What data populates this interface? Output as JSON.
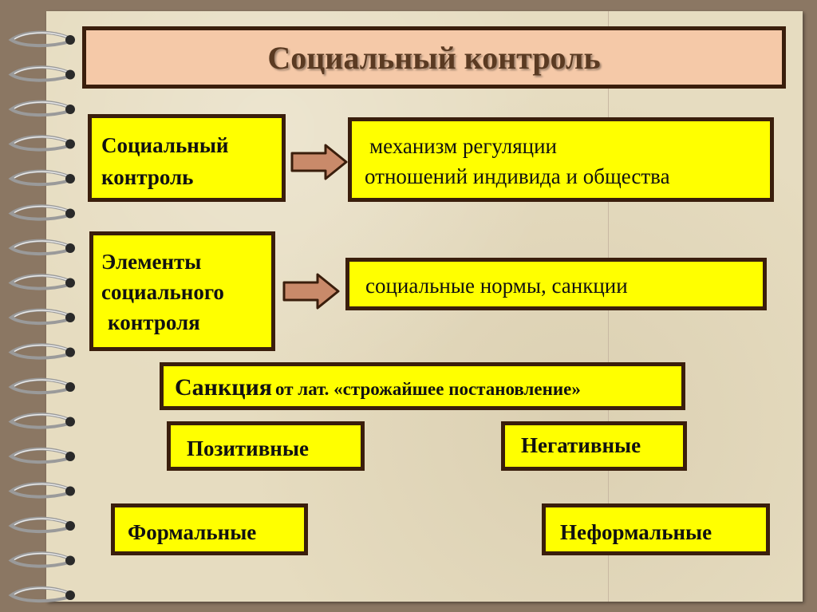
{
  "title": "Социальный контроль",
  "definition": {
    "term_line1": "Социальный",
    "term_line2": "контроль",
    "desc_line1": "механизм регуляции",
    "desc_line2": "отношений индивида и общества"
  },
  "elements": {
    "term_line1": "Элементы",
    "term_line2": "социального",
    "term_line3": "контроля",
    "desc": "социальные нормы, санкции"
  },
  "sanction": {
    "word": "Санкция",
    "rest": "от лат. «строжайшее постановление»"
  },
  "types": {
    "positive": "Позитивные",
    "negative": "Негативные",
    "formal": "Формальные",
    "informal": "Неформальные"
  },
  "colors": {
    "box_fill": "#ffff00",
    "box_border": "#3a1e0c",
    "title_fill": "#f5c9a8",
    "arrow_fill": "#c98a6a",
    "paper": "#e6dcc0",
    "background": "#8b7763"
  }
}
